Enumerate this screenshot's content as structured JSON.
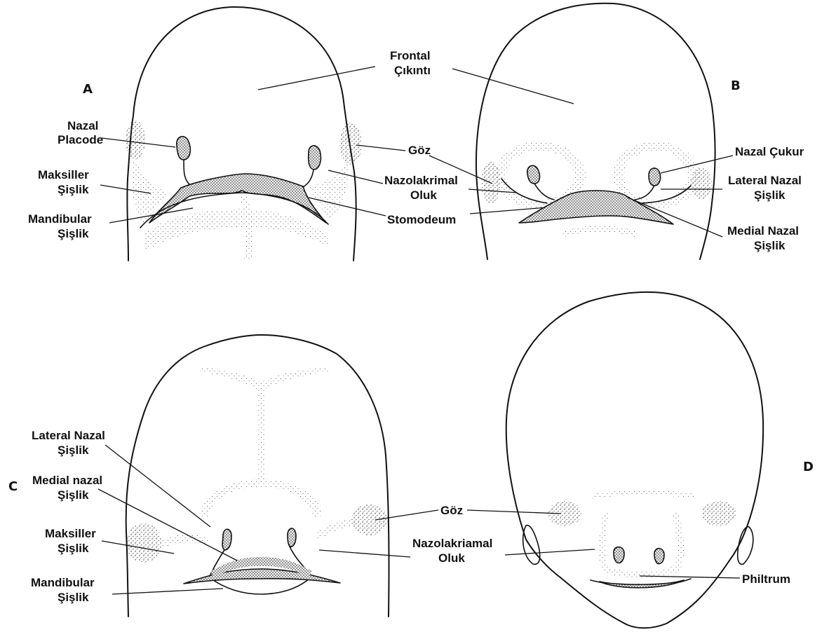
{
  "panels": {
    "a": "A",
    "b": "B",
    "c": "C",
    "d": "D"
  },
  "panel_a": {
    "frontal_1": "Frontal",
    "frontal_2": "Çıkıntı",
    "nazal_placode_1": "Nazal",
    "nazal_placode_2": "Placode",
    "maksiller_1": "Maksiller",
    "maksiller_2": "Şişlik",
    "mandibular_1": "Mandibular",
    "mandibular_2": "Şişlik"
  },
  "panel_ab_shared": {
    "goz": "Göz",
    "nazolakrimal_1": "Nazolakrimal",
    "nazolakrimal_2": "Oluk",
    "stomodeum": "Stomodeum"
  },
  "panel_b": {
    "nazal_cukur": "Nazal Çukur",
    "lateral_nazal_1": "Lateral Nazal",
    "lateral_nazal_2": "Şişlik",
    "medial_nazal_1": "Medial Nazal",
    "medial_nazal_2": "Şişlik"
  },
  "panel_c": {
    "lateral_nazal_1": "Lateral Nazal",
    "lateral_nazal_2": "Şişlik",
    "medial_nazal_1": "Medial nazal",
    "medial_nazal_2": "Şişlik",
    "maksiller_1": "Maksiller",
    "maksiller_2": "Şişlik",
    "mandibular_1": "Mandibular",
    "mandibular_2": "Şişlik"
  },
  "panel_cd_shared": {
    "goz": "Göz",
    "nazolakriamal_1": "Nazolakriamal",
    "nazolakriamal_2": "Oluk"
  },
  "panel_d": {
    "philtrum": "Philtrum"
  }
}
